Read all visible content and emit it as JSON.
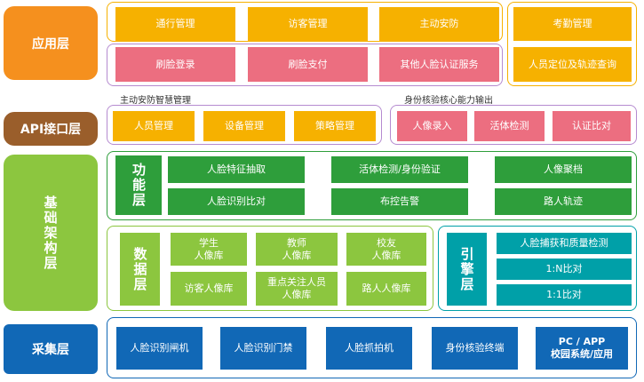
{
  "layers": {
    "app": "应用层",
    "api": "API接口层",
    "base": "基础架构层",
    "collect": "采集层"
  },
  "app": {
    "row1": [
      "通行管理",
      "访客管理",
      "主动安防"
    ],
    "row2": [
      "刷脸登录",
      "刷脸支付",
      "其他人脸认证服务"
    ],
    "right": [
      "考勤管理",
      "人员定位及轨迹查询"
    ]
  },
  "api": {
    "caption_left": "主动安防智慧管理",
    "caption_right": "身份核验核心能力输出",
    "left": [
      "人员管理",
      "设备管理",
      "策略管理"
    ],
    "right": [
      "人像录入",
      "活体检测",
      "认证比对"
    ]
  },
  "function": {
    "title": "功能层",
    "items": [
      "人脸特征抽取",
      "活体检测/身份验证",
      "人像聚档",
      "人脸识别比对",
      "布控告警",
      "路人轨迹"
    ]
  },
  "data_layer": {
    "title": "数据层",
    "items": [
      "学生\n人像库",
      "教师\n人像库",
      "校友\n人像库",
      "访客人像库",
      "重点关注人员\n人像库",
      "路人人像库"
    ]
  },
  "engine": {
    "title": "引擎层",
    "items": [
      "人脸捕获和质量检测",
      "1:N比对",
      "1:1比对"
    ]
  },
  "collect": {
    "items": [
      "人脸识别闸机",
      "人脸识别门禁",
      "人脸抓拍机",
      "身份核验终端",
      "PC / APP\n校园系统/应用"
    ]
  },
  "colors": {
    "app_layer": "#f5901e",
    "api_layer": "#9a5e2b",
    "base_layer": "#8cc63f",
    "collect_layer": "#1168b6",
    "yellow": "#f6b100",
    "pink": "#ec6e80",
    "green": "#2e9e3b",
    "light_green": "#8cc63f",
    "teal": "#00a0a8",
    "blue": "#1168b6"
  }
}
